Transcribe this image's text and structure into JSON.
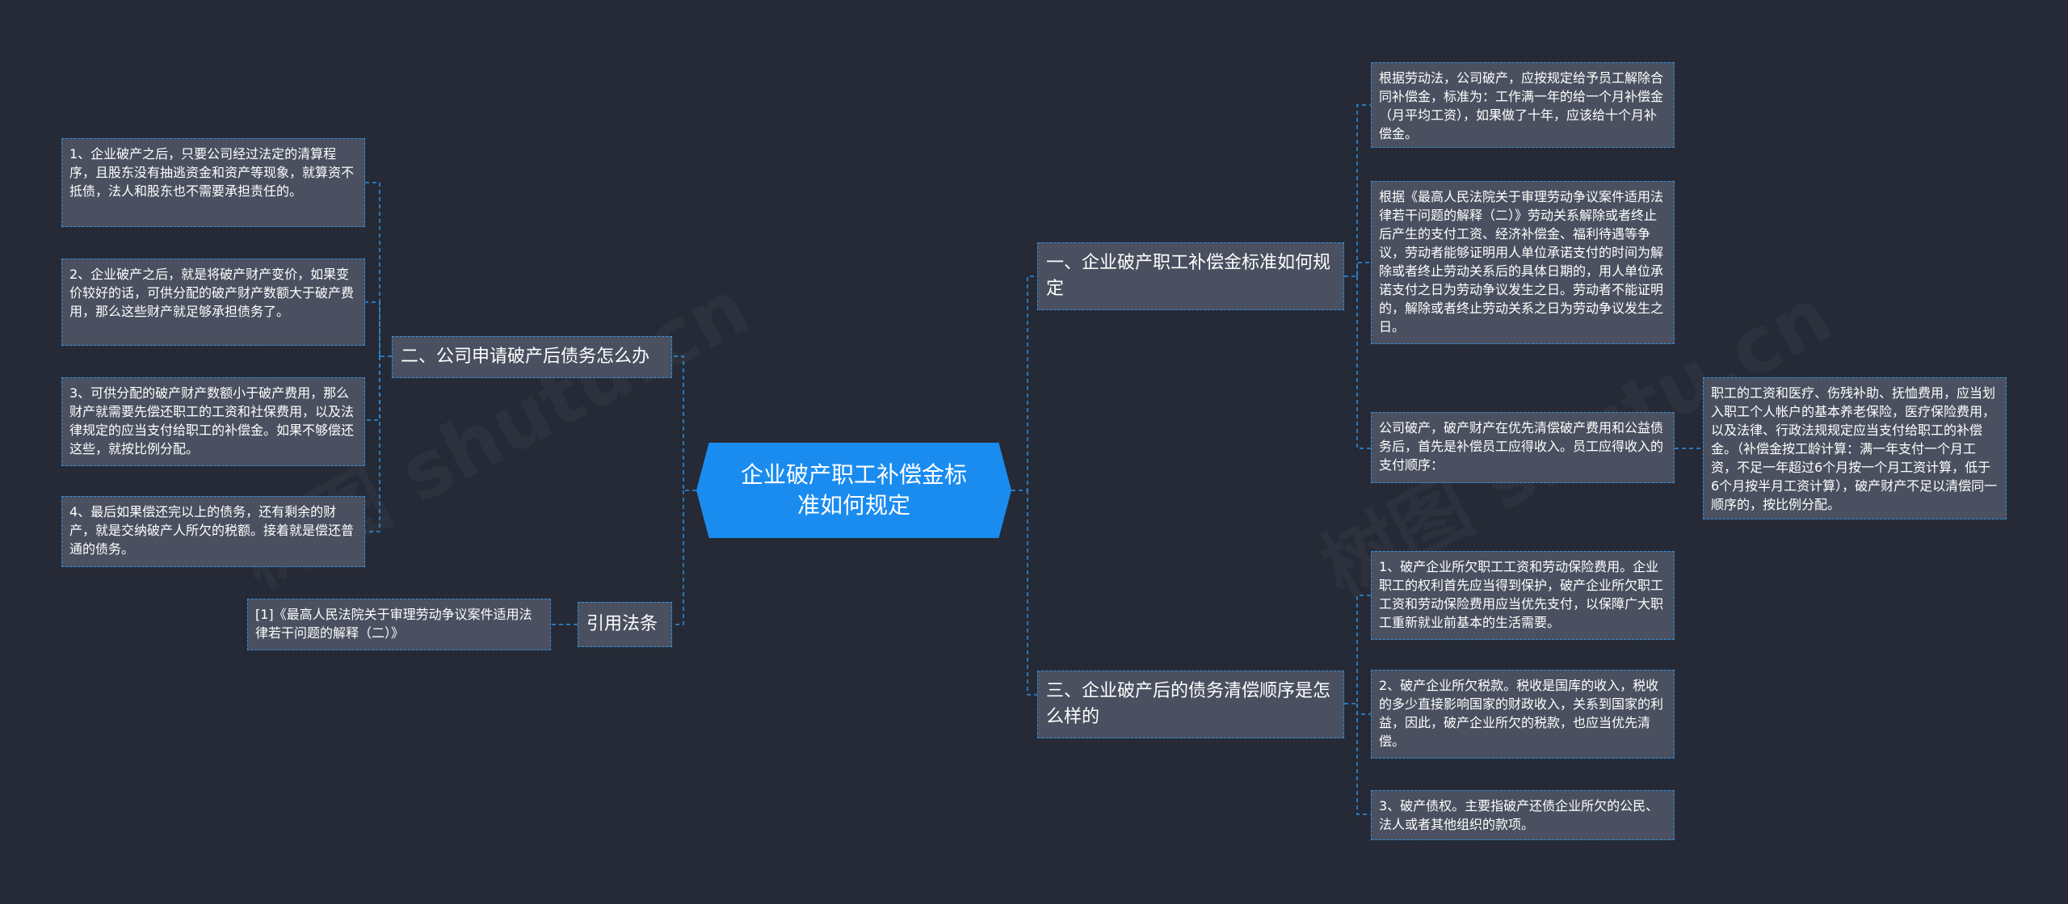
{
  "central": "企业破产职工补偿金标准如何规定",
  "colors": {
    "background": "#252a36",
    "node_fill": "#4a505f",
    "accent": "#1a8cf0",
    "link": "#2f8fe0"
  },
  "left": {
    "branch2": {
      "title": "二、公司申请破产后债务怎么办",
      "items": [
        "1、企业破产之后，只要公司经过法定的清算程序，且股东没有抽逃资金和资产等现象，就算资不抵债，法人和股东也不需要承担责任的。",
        "2、企业破产之后，就是将破产财产变价，如果变价较好的话，可供分配的破产财产数额大于破产费用，那么这些财产就足够承担债务了。",
        "3、可供分配的破产财产数额小于破产费用，那么财产就需要先偿还职工的工资和社保费用，以及法律规定的应当支付给职工的补偿金。如果不够偿还这些，就按比例分配。",
        "4、最后如果偿还完以上的债务，还有剩余的财产，就是交纳破产人所欠的税额。接着就是偿还普通的债务。"
      ]
    },
    "citation": {
      "title": "引用法条",
      "items": [
        "[1]《最高人民法院关于审理劳动争议案件适用法律若干问题的解释（二）》"
      ]
    }
  },
  "right": {
    "branch1": {
      "title": "一、企业破产职工补偿金标准如何规定",
      "items": [
        "根据劳动法，公司破产，应按规定给予员工解除合同补偿金，标准为：工作满一年的给一个月补偿金（月平均工资），如果做了十年，应该给十个月补偿金。",
        "根据《最高人民法院关于审理劳动争议案件适用法律若干问题的解释（二）》劳动关系解除或者终止后产生的支付工资、经济补偿金、福利待遇等争议，劳动者能够证明用人单位承诺支付的时间为解除或者终止劳动关系后的具体日期的，用人单位承诺支付之日为劳动争议发生之日。劳动者不能证明的，解除或者终止劳动关系之日为劳动争议发生之日。",
        "公司破产，破产财产在优先清偿破产费用和公益债务后，首先是补偿员工应得收入。员工应得收入的支付顺序："
      ],
      "sub": "职工的工资和医疗、伤残补助、抚恤费用，应当划入职工个人帐户的基本养老保险，医疗保险费用，以及法律、行政法规规定应当支付给职工的补偿金。（补偿金按工龄计算：满一年支付一个月工资，不足一年超过6个月按一个月工资计算，低于6个月按半月工资计算），破产财产不足以清偿同一顺序的，按比例分配。"
    },
    "branch3": {
      "title": "三、企业破产后的债务清偿顺序是怎么样的",
      "items": [
        "1、破产企业所欠职工工资和劳动保险费用。企业职工的权利首先应当得到保护，破产企业所欠职工工资和劳动保险费用应当优先支付，以保障广大职工重新就业前基本的生活需要。",
        "2、破产企业所欠税款。税收是国库的收入，税收的多少直接影响国家的财政收入，关系到国家的利益，因此，破产企业所欠的税款，也应当优先清偿。",
        "3、破产债权。主要指破产还债企业所欠的公民、法人或者其他组织的款项。"
      ]
    }
  }
}
